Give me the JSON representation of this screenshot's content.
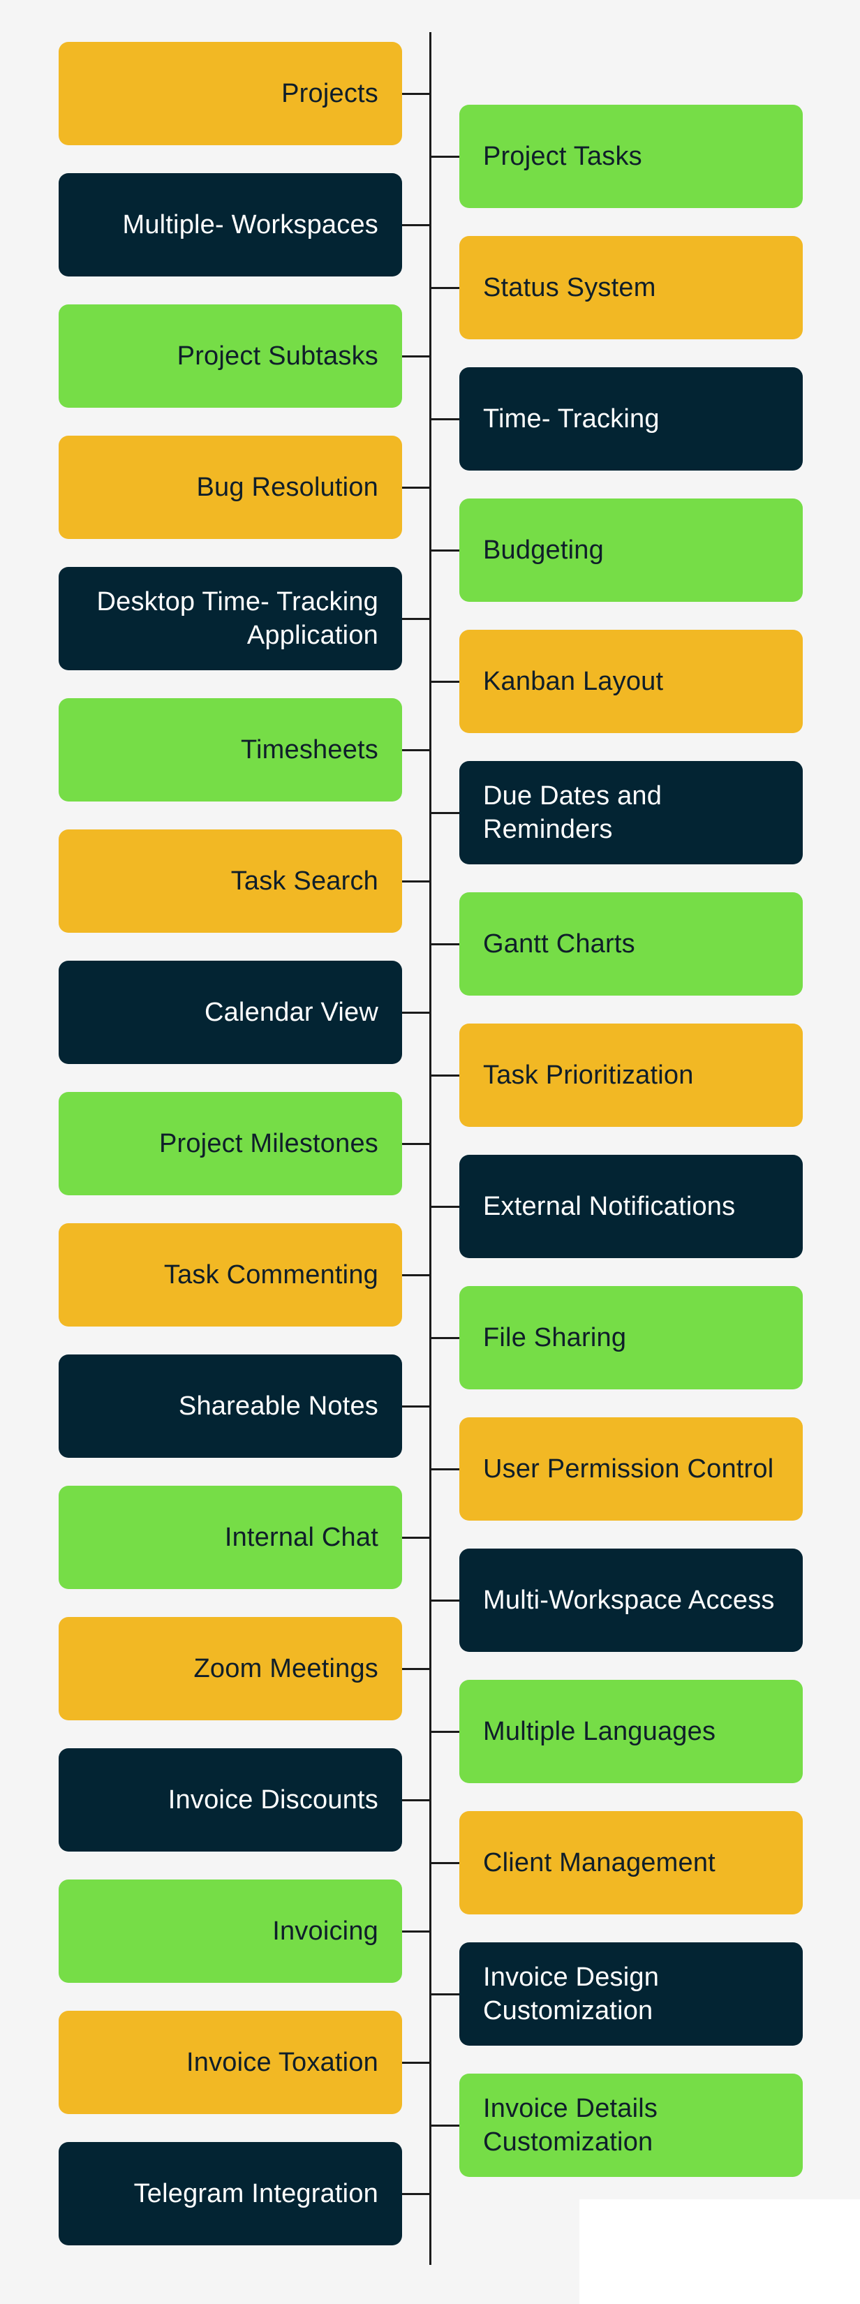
{
  "colors": {
    "background": "#f5f5f5",
    "yellow": "#f2b824",
    "green": "#76dd47",
    "dark": "#032433",
    "line": "#1b1b1b"
  },
  "left_items": [
    {
      "label": "Projects",
      "color": "yellow"
    },
    {
      "label": "Multiple- Workspaces",
      "color": "dark"
    },
    {
      "label": "Project Subtasks",
      "color": "green"
    },
    {
      "label": "Bug Resolution",
      "color": "yellow"
    },
    {
      "label": "Desktop Time- Tracking Application",
      "color": "dark"
    },
    {
      "label": "Timesheets",
      "color": "green"
    },
    {
      "label": "Task Search",
      "color": "yellow"
    },
    {
      "label": "Calendar View",
      "color": "dark"
    },
    {
      "label": "Project Milestones",
      "color": "green"
    },
    {
      "label": "Task Commenting",
      "color": "yellow"
    },
    {
      "label": "Shareable Notes",
      "color": "dark"
    },
    {
      "label": "Internal Chat",
      "color": "green"
    },
    {
      "label": "Zoom Meetings",
      "color": "yellow"
    },
    {
      "label": "Invoice Discounts",
      "color": "dark"
    },
    {
      "label": "Invoicing",
      "color": "green"
    },
    {
      "label": "Invoice Toxation",
      "color": "yellow"
    },
    {
      "label": "Telegram Integration",
      "color": "dark"
    }
  ],
  "right_items": [
    {
      "label": "Project Tasks",
      "color": "green"
    },
    {
      "label": "Status System",
      "color": "yellow"
    },
    {
      "label": "Time- Tracking",
      "color": "dark"
    },
    {
      "label": "Budgeting",
      "color": "green"
    },
    {
      "label": "Kanban Layout",
      "color": "yellow"
    },
    {
      "label": "Due Dates and Reminders",
      "color": "dark"
    },
    {
      "label": "Gantt Charts",
      "color": "green"
    },
    {
      "label": "Task Prioritization",
      "color": "yellow"
    },
    {
      "label": "External Notifications",
      "color": "dark"
    },
    {
      "label": "File Sharing",
      "color": "green"
    },
    {
      "label": "User Permission Control",
      "color": "yellow"
    },
    {
      "label": "Multi-Workspace Access",
      "color": "dark"
    },
    {
      "label": "Multiple Languages",
      "color": "green"
    },
    {
      "label": "Client Management",
      "color": "yellow"
    },
    {
      "label": "Invoice Design Customization",
      "color": "dark"
    },
    {
      "label": "Invoice Details Customization",
      "color": "green"
    }
  ]
}
